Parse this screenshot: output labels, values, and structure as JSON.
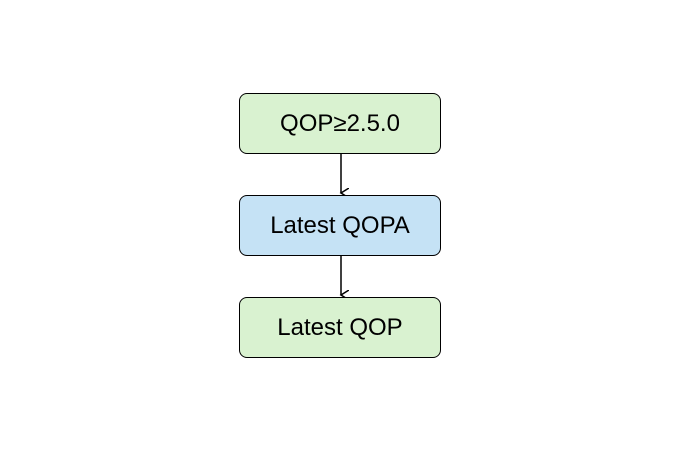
{
  "diagram": {
    "nodes": [
      {
        "id": "n1",
        "label": "QOP≥2.5.0",
        "fill": "#d9f2d0"
      },
      {
        "id": "n2",
        "label": "Latest QOPA",
        "fill": "#c5e2f5"
      },
      {
        "id": "n3",
        "label": "Latest QOP",
        "fill": "#d9f2d0"
      }
    ],
    "edges": [
      {
        "from": "n1",
        "to": "n2"
      },
      {
        "from": "n2",
        "to": "n3"
      }
    ],
    "colors": {
      "stroke": "#000000",
      "background": "#ffffff"
    }
  }
}
